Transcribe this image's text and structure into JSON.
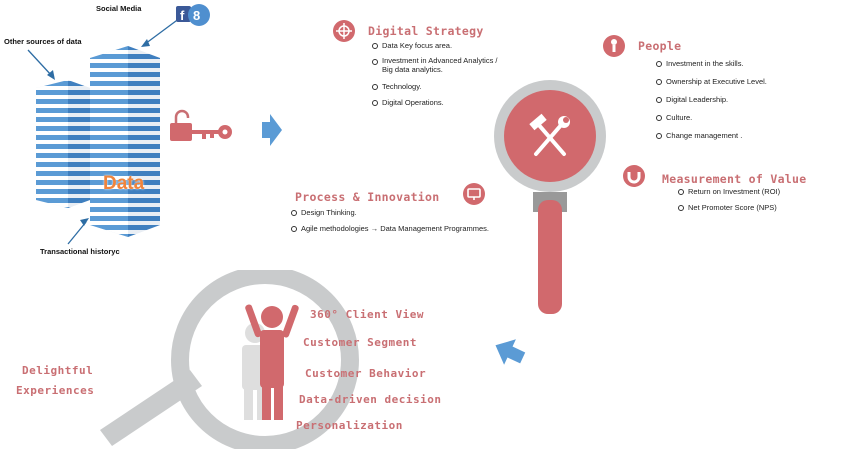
{
  "sources": {
    "social_media": "Social Media",
    "other_sources": "Other sources of data",
    "transactional": "Transactional historyc",
    "data_label": "Data"
  },
  "digital_strategy": {
    "title": "Digital Strategy",
    "items": [
      "Data Key focus area.",
      "Investment in Advanced Analytics /",
      "Big data analytics.",
      "Technology.",
      "Digital Operations."
    ]
  },
  "people": {
    "title": "People",
    "items": [
      "Investment in the skills.",
      "Ownership at Executive Level.",
      "Digital Leadership.",
      "Culture.",
      "Change management ."
    ]
  },
  "measurement": {
    "title": "Measurement of Value",
    "items": [
      "Return on Investment (ROI)",
      "Net Promoter Score (NPS)"
    ]
  },
  "process": {
    "title": "Process & Innovation",
    "items": [
      "Design Thinking.",
      "Agile methodologies → Data Management Programmes."
    ]
  },
  "client": {
    "delightful_1": "Delightful",
    "delightful_2": "Experiences",
    "items": [
      "360° Client View",
      "Customer Segment",
      "Customer Behavior",
      "Data-driven decision",
      "Personalization"
    ]
  },
  "colors": {
    "accent": "#d1696d",
    "building": "#5b9bd5",
    "arrow": "#5b9bd5",
    "lens": "#c9cbcc"
  }
}
